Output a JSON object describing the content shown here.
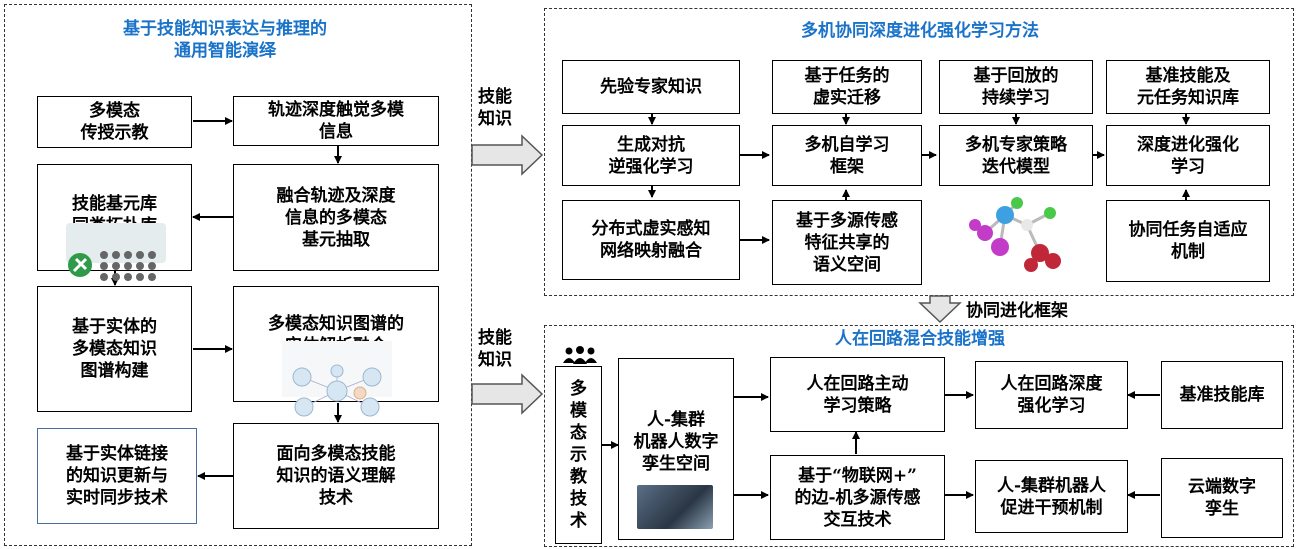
{
  "left_panel": {
    "title": "基于技能知识表达与推理的\n通用智能演绎",
    "boxes": {
      "multimodal_demo": "多模态\n传授示教",
      "trajectory_info": "轨迹深度触觉多模\n信息",
      "skill_library": "技能基元库\n同类拓扑库",
      "fusion_extract": "融合轨迹及深度\n信息的多模态\n基元抽取",
      "entity_kg": "基于实体的\n多模态知识\n图谱构建",
      "kg_entity_fusion": "多模态知识图谱的\n实体解析融合",
      "entity_link": "基于实体链接\n的知识更新与\n实时同步技术",
      "semantic_understanding": "面向多模态技能\n知识的语义理解\n技术"
    }
  },
  "arrow_labels": {
    "skill_knowledge_top": "技能\n知识",
    "skill_knowledge_bottom": "技能\n知识",
    "co_evolution": "协同进化框架"
  },
  "top_panel": {
    "title": "多机协同深度进化强化学习方法",
    "boxes": {
      "prior_expert": "先验专家知识",
      "task_transfer": "基于任务的\n虚实迁移",
      "replay_learning": "基于回放的\n持续学习",
      "benchmark_meta": "基准技能及\n元任务知识库",
      "gan_irl": "生成对抗\n逆强化学习",
      "self_learning": "多机自学习\n框架",
      "expert_policy": "多机专家策略\n迭代模型",
      "deep_evo_rl": "深度进化强化\n学习",
      "distributed_perception": "分布式虚实感知\n网络映射融合",
      "multisource_semantic": "基于多源传感\n特征共享的\n语义空间",
      "adaptive_mechanism": "协同任务自适应\n机制"
    }
  },
  "bottom_panel": {
    "title": "人在回路混合技能增强",
    "boxes": {
      "multimodal_demo_tech": "多\n模\n态\n示\n教\n技\n术",
      "digital_twin_space": "人-集群\n机器人数字\n孪生空间",
      "active_learning": "人在回路主动\n学习策略",
      "hitl_drl": "人在回路深度\n强化学习",
      "benchmark_library": "基准技能库",
      "iot_interaction": "基于“物联网+”\n的边-机多源传感\n交互技术",
      "intervention_mechanism": "人-集群机器人\n促进干预机制",
      "cloud_twin": "云端数字\n孪生"
    }
  },
  "icons": [
    "tools-icon",
    "people-icon",
    "molecule-icon",
    "knowledge-graph-icon",
    "vr-photo-icon"
  ]
}
